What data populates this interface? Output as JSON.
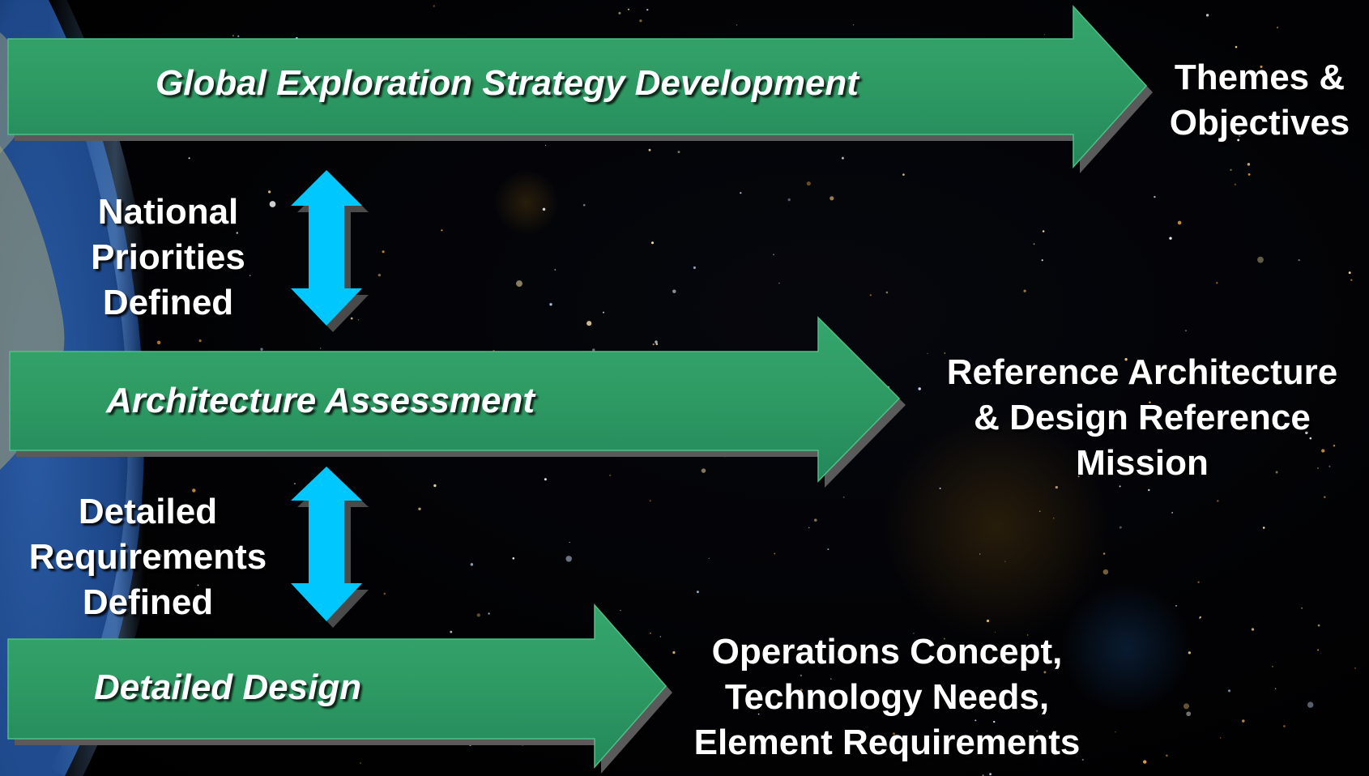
{
  "colors": {
    "arrow_fill": "#2e9a63",
    "arrow_fill_dark": "#1f7e4d",
    "arrow_shadow": "#5a5a5a",
    "link_arrow": "#00c8ff",
    "text": "#ffffff",
    "earth_ocean": "#1f4d93",
    "earth_land": "#a8a472"
  },
  "diagram": {
    "stages": [
      {
        "label": "Global Exploration Strategy Development",
        "output": "Themes &\nObjectives"
      },
      {
        "label": "Architecture Assessment",
        "output": "Reference Architecture\n& Design Reference\nMission"
      },
      {
        "label": "Detailed Design",
        "output": "Operations Concept,\nTechnology Needs,\nElement Requirements"
      }
    ],
    "links": [
      {
        "label": "National\nPriorities\nDefined"
      },
      {
        "label": "Detailed\nRequirements\nDefined"
      }
    ]
  }
}
